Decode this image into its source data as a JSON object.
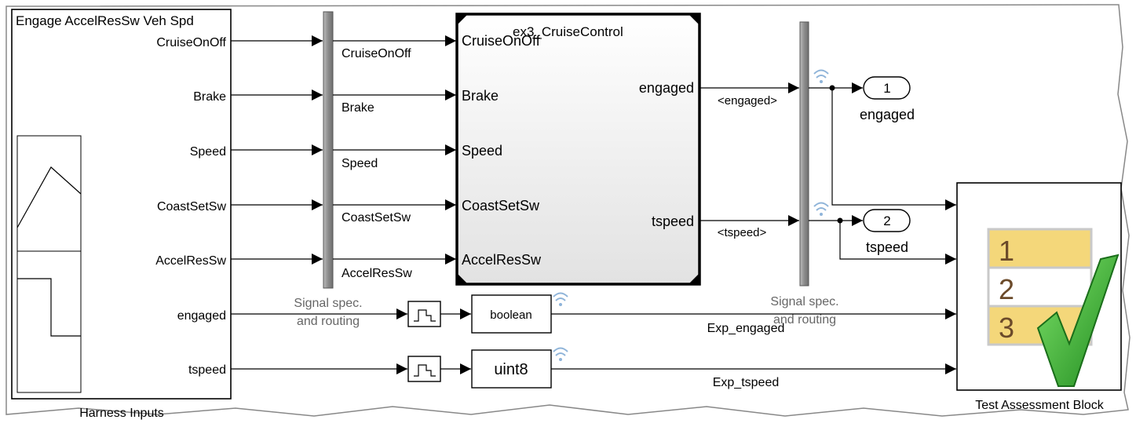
{
  "harness": {
    "title": "Engage AccelResSw Veh Spd",
    "ports": [
      "CruiseOnOff",
      "Brake",
      "Speed",
      "CoastSetSw",
      "AccelResSw",
      "engaged",
      "tspeed"
    ],
    "caption": "Harness Inputs"
  },
  "bus_left": {
    "labels": [
      "CruiseOnOff",
      "Brake",
      "Speed",
      "CoastSetSw",
      "AccelResSw"
    ],
    "caption_line1": "Signal spec.",
    "caption_line2": "and routing"
  },
  "subsystem": {
    "title": "ex3_CruiseControl",
    "inputs": [
      "CruiseOnOff",
      "Brake",
      "Speed",
      "CoastSetSw",
      "AccelResSw"
    ],
    "outputs": [
      "engaged",
      "tspeed"
    ]
  },
  "bus_right": {
    "labels": [
      "<engaged>",
      "<tspeed>"
    ],
    "caption_line1": "Signal spec.",
    "caption_line2": "and routing"
  },
  "outports": [
    {
      "number": "1",
      "label": "engaged"
    },
    {
      "number": "2",
      "label": "tspeed"
    }
  ],
  "converters": [
    {
      "type": "boolean",
      "signal": "Exp_engaged"
    },
    {
      "type": "uint8",
      "signal": "Exp_tspeed"
    }
  ],
  "assessment": {
    "title": "Test Assessment Block",
    "rows": [
      "1",
      "2",
      "3"
    ]
  },
  "colors": {
    "line": "#000000",
    "subsystem_fill": "#f0f0f0",
    "bus_fill": "#8c8c8c",
    "caption_gray": "#666666",
    "check_green": "#3fb33a",
    "row_yellow": "#f4d77a",
    "wifi_blue": "#8fb4d9"
  }
}
